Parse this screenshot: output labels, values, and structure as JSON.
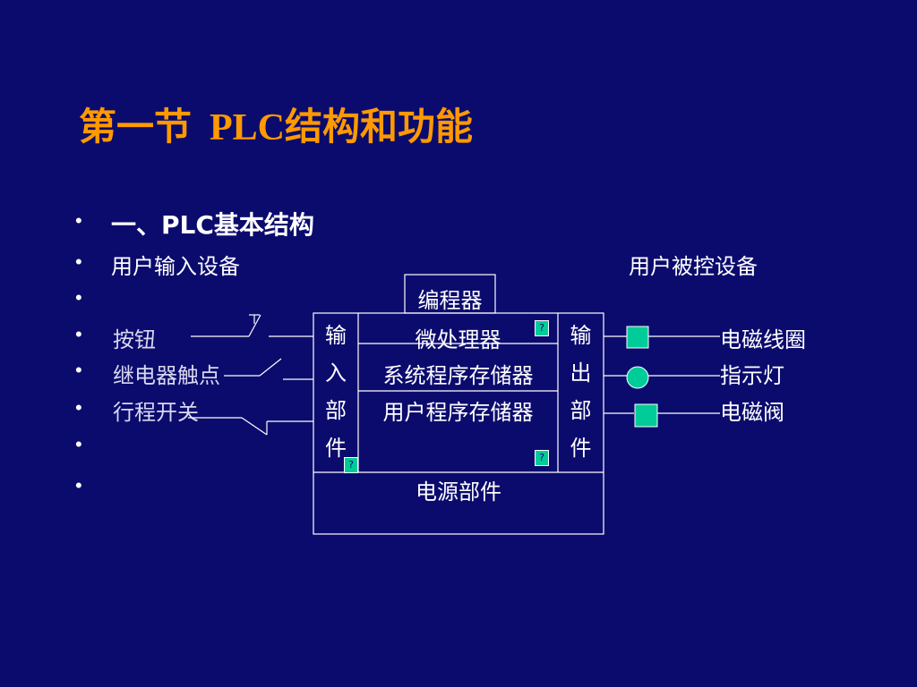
{
  "slide": {
    "title_part1": "第一节",
    "title_part2": "PLC结构和功能"
  },
  "content": {
    "section_heading": "一、PLC基本结构",
    "input_devices_label": "用户输入设备",
    "output_devices_label": "用户被控设备",
    "inputs": [
      "按钮",
      "继电器触点",
      "行程开关"
    ],
    "outputs": [
      "电磁线圈",
      "指示灯",
      "电磁阀"
    ],
    "bullet_glyph": "•"
  },
  "diagram": {
    "programmer": "编程器",
    "input_unit": [
      "输",
      "入",
      "部",
      "件"
    ],
    "output_unit": [
      "输",
      "出",
      "部",
      "件"
    ],
    "cpu": "微处理器",
    "system_memory": "系统程序存储器",
    "user_memory": "用户程序存储器",
    "power_unit": "电源部件"
  },
  "colors": {
    "background": "#0b0b6e",
    "title": "#ff9900",
    "text": "#ffffff",
    "output_symbol": "#00cc99"
  }
}
